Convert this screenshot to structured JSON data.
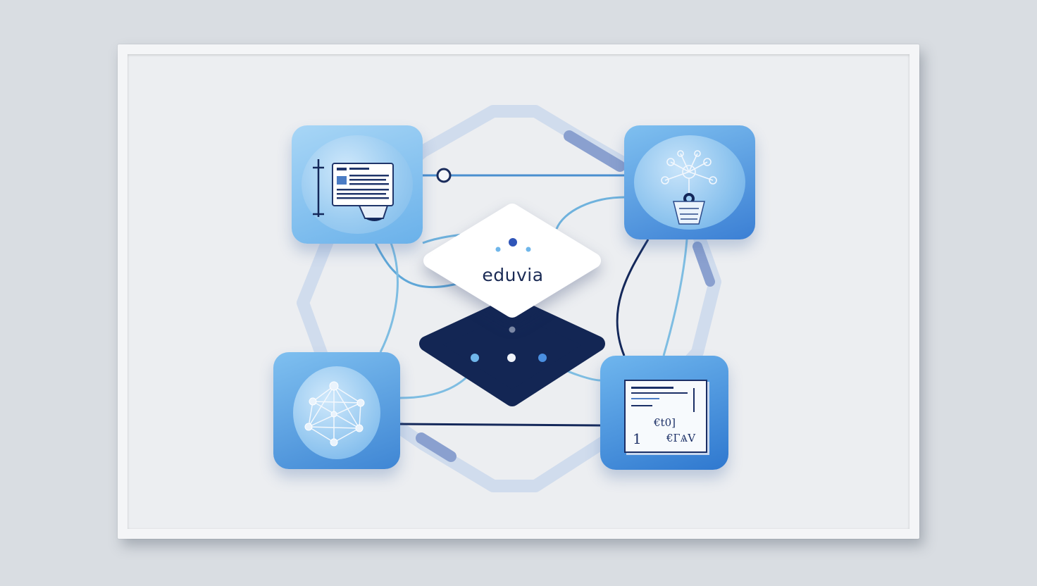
{
  "brand": {
    "name": "eduvia"
  },
  "nodes": [
    {
      "id": "top-left",
      "icon": "document-presentation-icon"
    },
    {
      "id": "top-right",
      "icon": "lightbulb-network-icon"
    },
    {
      "id": "bottom-left",
      "icon": "network-graph-icon"
    },
    {
      "id": "bottom-right",
      "icon": "formula-sheet-icon"
    }
  ],
  "hub": {
    "top": "white-diamond-eduvia",
    "bottom": "navy-diamond-dots"
  },
  "colors": {
    "background": "#d9dde2",
    "frame": "#f4f5f7",
    "tile_light": "#8cc4ee",
    "tile_dark": "#3f86d4",
    "navy": "#14285a",
    "connector_light": "#6fb2dd",
    "ring": "#c9d7ea"
  },
  "sheet_text": {
    "formula_main": "€t0]",
    "formula_left": "1",
    "formula_right": "€ГѦV"
  }
}
